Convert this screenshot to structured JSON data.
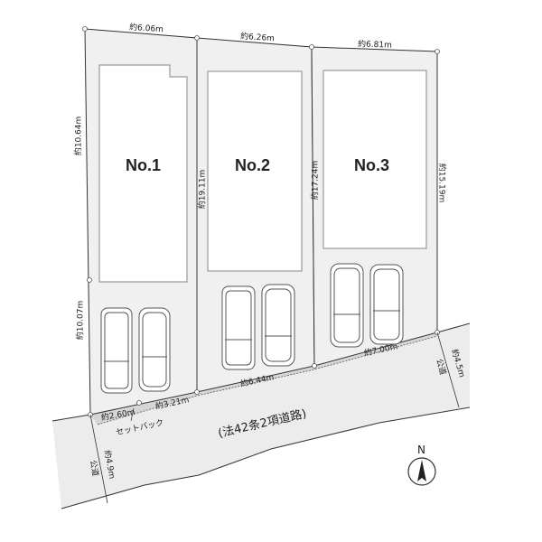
{
  "lots": [
    {
      "name": "No.1",
      "frontage": "約6.06m",
      "left_side": "約10.64m",
      "left_lower": "約10.07m",
      "right_side": "約19.11m"
    },
    {
      "name": "No.2",
      "frontage": "約6.26m",
      "right_side": "約17.24m",
      "road_frontage": "約6.44m"
    },
    {
      "name": "No.3",
      "frontage": "約6.81m",
      "right_side": "約15.19m",
      "road_frontage": "約7.00m"
    }
  ],
  "setback": {
    "segment_a": "約2.60m",
    "segment_b": "約3.21m",
    "label": "セットバック"
  },
  "road": {
    "label": "(法42条2項道路)",
    "width_left": "約4.9m",
    "width_left_type": "公道",
    "width_right": "約4.5m",
    "width_right_type": "公道"
  },
  "compass": {
    "label": "N"
  },
  "colors": {
    "lot_fill": "#f0f0f0",
    "road_fill": "#ececec",
    "line": "#333333",
    "building_outline": "#999999"
  }
}
